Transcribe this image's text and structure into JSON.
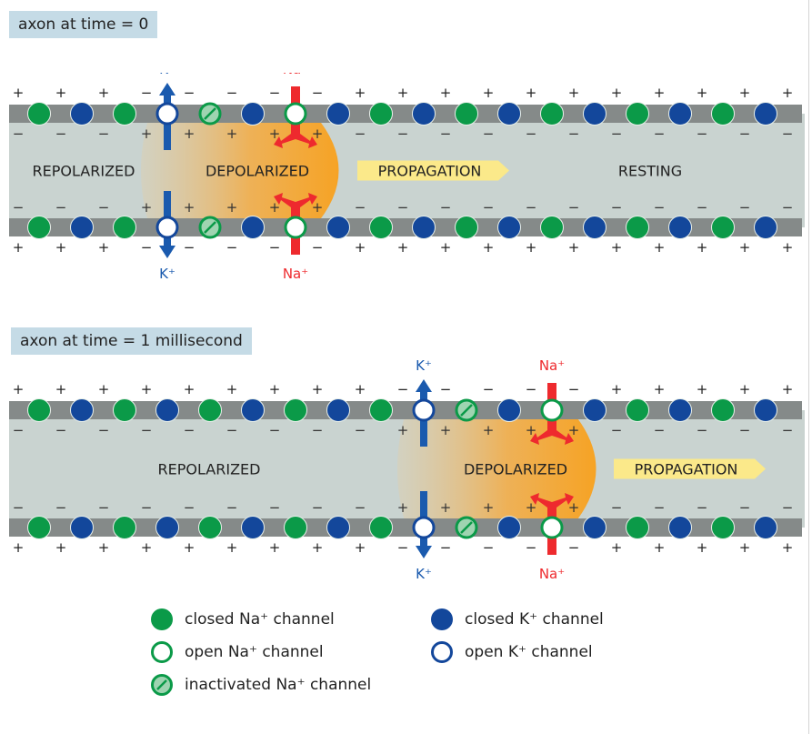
{
  "panels": [
    {
      "label": "axon at time = 0",
      "regions": {
        "repolarized": "REPOLARIZED",
        "depolarized": "DEPOLARIZED",
        "propagation": "PROPAGATION",
        "resting": "RESTING"
      },
      "channels": [
        "na_closed",
        "k_closed",
        "na_closed",
        "k_open",
        "na_inactivated",
        "k_closed",
        "na_open",
        "k_closed",
        "na_closed",
        "k_closed",
        "na_closed",
        "k_closed",
        "na_closed",
        "k_closed",
        "na_closed",
        "k_closed",
        "na_closed",
        "k_closed"
      ],
      "outside_charges": [
        "+",
        "+",
        "+",
        "−",
        "−",
        "−",
        "−",
        "−",
        "+",
        "+",
        "+",
        "+",
        "+",
        "+",
        "+",
        "+",
        "+",
        "+",
        "+"
      ],
      "inside_charges": [
        "−",
        "−",
        "−",
        "+",
        "+",
        "+",
        "+",
        "+",
        "−",
        "−",
        "−",
        "−",
        "−",
        "−",
        "−",
        "−",
        "−",
        "−",
        "−"
      ],
      "k_label": "K⁺",
      "na_label": "Na⁺"
    },
    {
      "label": "axon at time = 1 millisecond",
      "regions": {
        "repolarized": "REPOLARIZED",
        "depolarized": "DEPOLARIZED",
        "propagation": "PROPAGATION"
      },
      "channels": [
        "na_closed",
        "k_closed",
        "na_closed",
        "k_closed",
        "na_closed",
        "k_closed",
        "na_closed",
        "k_closed",
        "na_closed",
        "k_open",
        "na_inactivated",
        "k_closed",
        "na_open",
        "k_closed",
        "na_closed",
        "k_closed",
        "na_closed",
        "k_closed"
      ],
      "outside_charges": [
        "+",
        "+",
        "+",
        "+",
        "+",
        "+",
        "+",
        "+",
        "+",
        "−",
        "−",
        "−",
        "−",
        "−",
        "+",
        "+",
        "+",
        "+",
        "+"
      ],
      "inside_charges": [
        "−",
        "−",
        "−",
        "−",
        "−",
        "−",
        "−",
        "−",
        "−",
        "+",
        "+",
        "+",
        "+",
        "+",
        "−",
        "−",
        "−",
        "−",
        "−"
      ],
      "k_label": "K⁺",
      "na_label": "Na⁺"
    }
  ],
  "legend": [
    {
      "icon": "na_closed",
      "label": "closed Na⁺ channel"
    },
    {
      "icon": "k_closed",
      "label": "closed K⁺ channel"
    },
    {
      "icon": "na_open",
      "label": "open Na⁺ channel"
    },
    {
      "icon": "k_open",
      "label": "open K⁺ channel"
    },
    {
      "icon": "na_inactivated",
      "label": "inactivated Na⁺ channel"
    }
  ],
  "colors": {
    "na_green": "#0b9a48",
    "k_blue": "#13479b",
    "na_arrow_red": "#ee2a2e",
    "k_arrow_blue": "#1a5aae",
    "membrane_gray": "#858a89",
    "axoplasm": "#c9d3d0",
    "depolarized_orange": "#f6a325",
    "propagation_yellow": "#fbe98a",
    "label_bg": "#c5dbe6"
  }
}
